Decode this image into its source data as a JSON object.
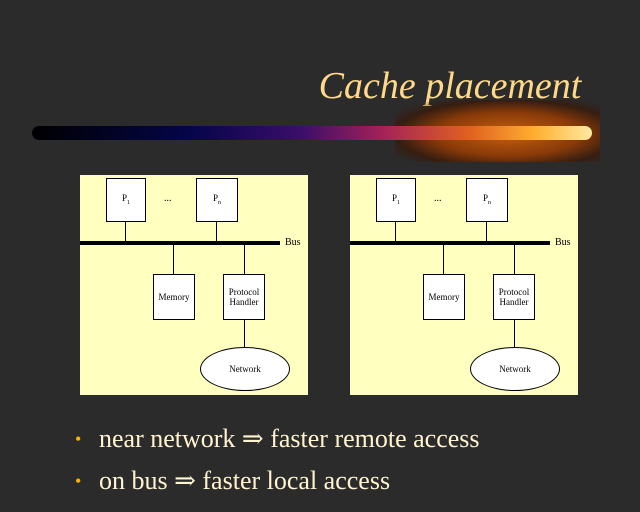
{
  "slide": {
    "title": "Cache placement"
  },
  "diagram_left": {
    "proc_first": "P",
    "proc_first_sub": "1",
    "ellipsis": "...",
    "proc_last": "P",
    "proc_last_sub": "n",
    "bus_label": "Bus",
    "memory_label": "Memory",
    "protocol_handler_label": "Protocol Handler",
    "network_label": "Network"
  },
  "diagram_right": {
    "proc_first": "P",
    "proc_first_sub": "1",
    "ellipsis": "...",
    "proc_last": "P",
    "proc_last_sub": "n",
    "bus_label": "Bus",
    "memory_label": "Memory",
    "protocol_handler_label": "Protocol Handler",
    "network_label": "Network"
  },
  "bullets": [
    "near network ⇒ faster remote access",
    "on bus ⇒ faster local access"
  ]
}
